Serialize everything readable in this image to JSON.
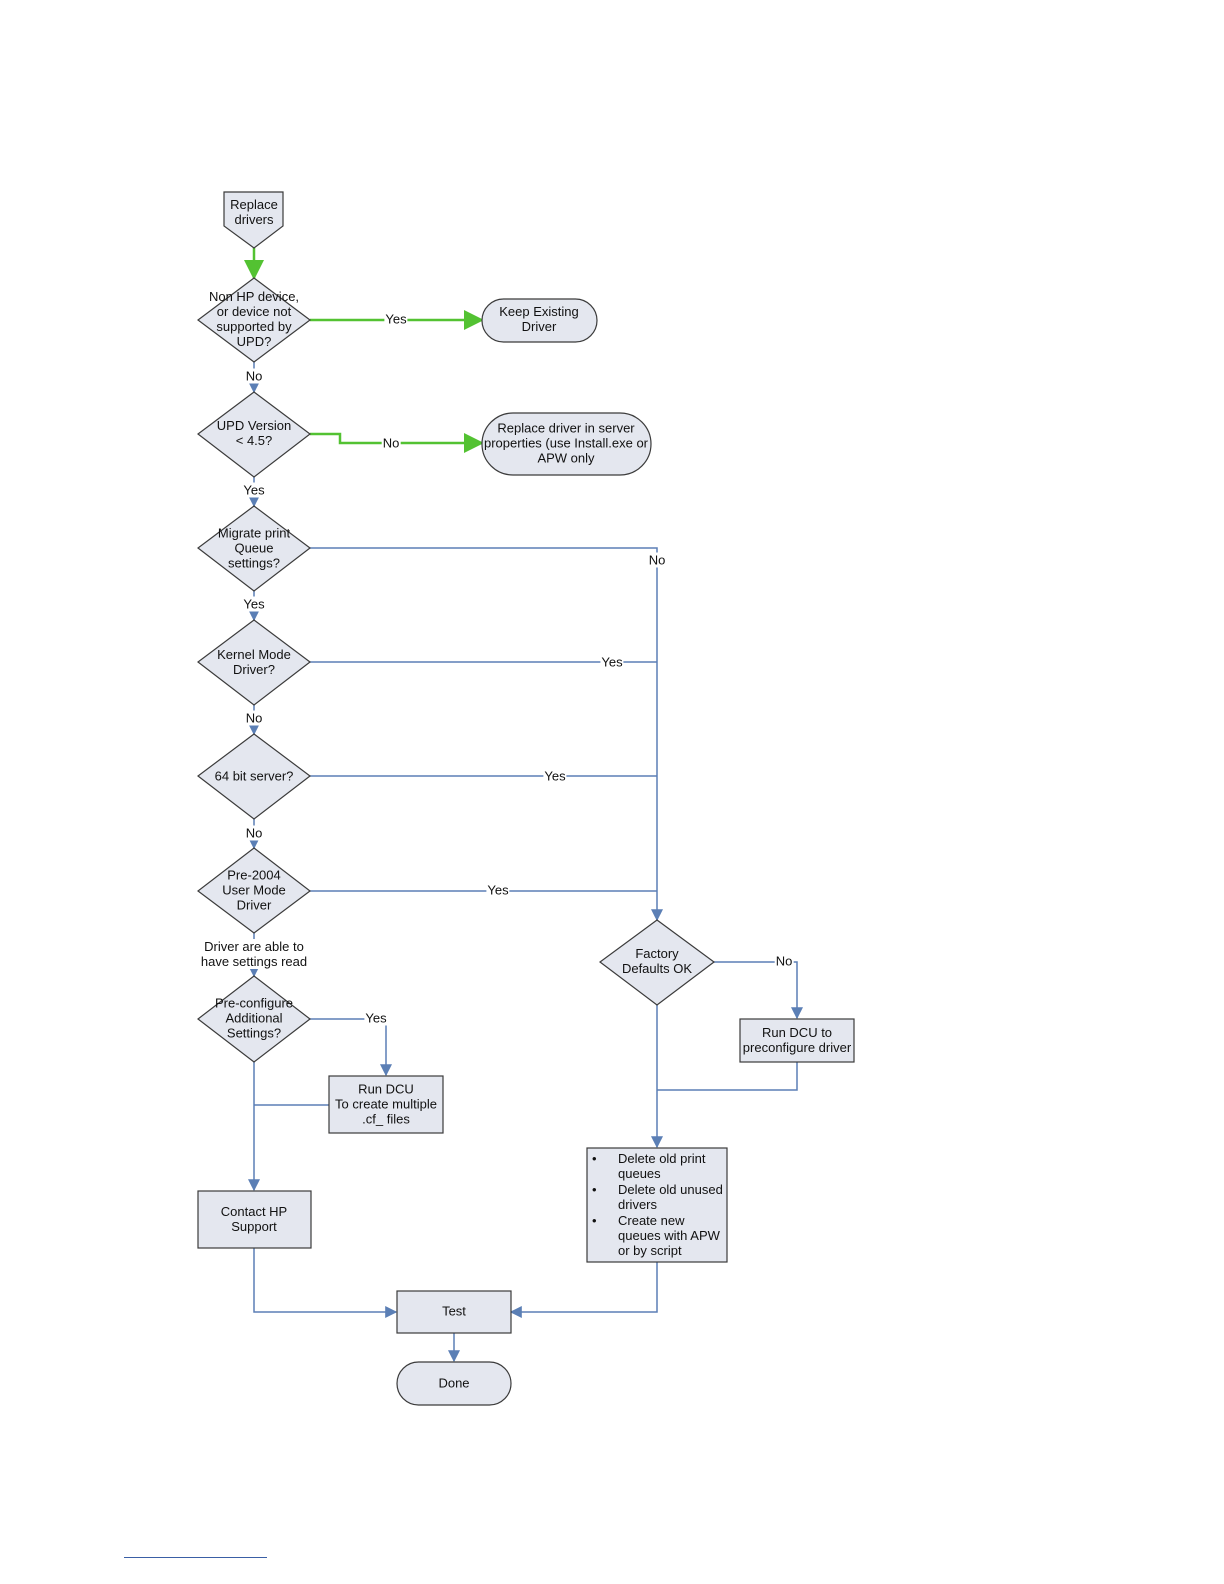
{
  "nodes": {
    "replace_drivers": "Replace\ndrivers",
    "non_hp_device": "Non HP device,\nor device not\nsupported by\nUPD?",
    "keep_existing_driver": "Keep Existing\nDriver",
    "upd_version": "UPD Version\n< 4.5?",
    "replace_driver_server": "Replace driver in server\nproperties (use Install.exe or\nAPW only",
    "migrate_print_queue": "Migrate print\nQueue\nsettings?",
    "kernel_mode_driver": "Kernel Mode\nDriver?",
    "bit64_server": "64 bit server?",
    "pre2004_user_mode": "Pre-2004\nUser Mode\nDriver",
    "driver_settings_note": "Driver are able to\nhave settings read",
    "preconfigure_additional": "Pre-configure\nAdditional\nSettings?",
    "run_dcu_multiple": "Run DCU\nTo create multiple\n.cf_ files",
    "contact_hp_support": "Contact HP\nSupport",
    "factory_defaults_ok": "Factory\nDefaults OK",
    "run_dcu_preconfigure": "Run DCU to\npreconfigure driver",
    "cleanup_steps": [
      "Delete old print queues",
      "Delete old unused drivers",
      "Create new queues with APW or by script"
    ],
    "test": "Test",
    "done": "Done"
  },
  "edges": {
    "non_hp_yes": "Yes",
    "non_hp_no": "No",
    "upd_no": "No",
    "upd_yes": "Yes",
    "migrate_no": "No",
    "migrate_yes": "Yes",
    "kernel_yes": "Yes",
    "kernel_no": "No",
    "bit64_yes": "Yes",
    "bit64_no": "No",
    "pre2004_yes": "Yes",
    "preconfigure_yes": "Yes",
    "factory_no": "No"
  },
  "colors": {
    "node_fill": "#e4e7ef",
    "node_stroke": "#3b3b3b",
    "blue_connector": "#5b7fb5",
    "green_connector": "#53c232"
  }
}
